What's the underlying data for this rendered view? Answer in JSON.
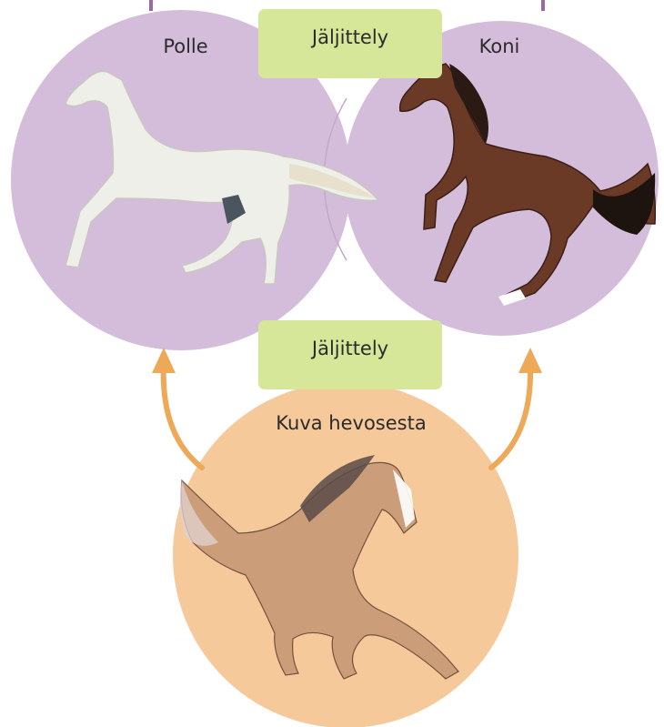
{
  "nodes": {
    "left": {
      "label": "Polle",
      "color": "#d4bcdb"
    },
    "right": {
      "label": "Koni",
      "color": "#d4bcdb"
    },
    "bottom": {
      "label": "Kuva hevosesta",
      "color": "#f5c99a"
    }
  },
  "relations": {
    "top_tag": {
      "label": "Jäljittely",
      "color": "#d7e79a"
    },
    "middle_tag": {
      "label": "Jäljittely",
      "color": "#d7e79a"
    }
  },
  "colors": {
    "connector_line": "#9a6aa8",
    "arrow": "#eda957"
  },
  "icons": {
    "left": "white-horse-galloping",
    "right": "brown-horse-rearing",
    "bottom": "watercolor-horse-running"
  }
}
